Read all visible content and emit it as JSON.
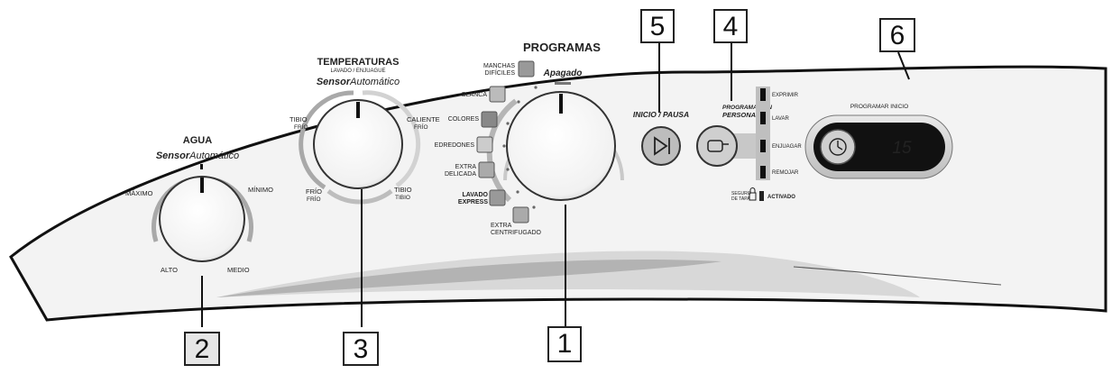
{
  "panel": {
    "colors": {
      "panel_fill": "#f3f3f3",
      "outline": "#111111",
      "swoosh_dark": "#b3b3b3",
      "swoosh_light": "#d8d8d8",
      "ring": "#a9a9a9",
      "knob": "#f8f8f8",
      "display_bg": "#111111",
      "display_text": "#f2f2f2"
    }
  },
  "water": {
    "title": "AGUA",
    "sensor_bold": "Sensor",
    "sensor_italic": "Automático",
    "labels": {
      "max": "MÁXIMO",
      "min": "MÍNIMO",
      "high": "ALTO",
      "medium": "MEDIO"
    }
  },
  "temperature": {
    "title": "TEMPERATURAS",
    "subtitle": "LAVADO / ENJUAGUE",
    "sensor_bold": "Sensor",
    "sensor_italic": "Automático",
    "tibio_left": "TIBIO",
    "frio_sub_left": "FRÍO",
    "caliente": "CALIENTE",
    "frio_sub_right": "FRÍO",
    "frio_bottom": "FRÍO",
    "frio_sub_bottom": "FRÍO",
    "tibio_bottom": "TIBIO",
    "tibio_sub_bottom": "TIBIO"
  },
  "programs": {
    "title": "PROGRAMAS",
    "off": "Apagado",
    "manchas_1": "MANCHAS",
    "manchas_2": "DIFÍCILES",
    "blanca": "BLANCA",
    "colores": "COLORES",
    "edredones": "EDREDONES",
    "extra_delicada_1": "EXTRA",
    "extra_delicada_2": "DELICADA",
    "lavado_express_1": "LAVADO",
    "lavado_express_2": "EXPRESS",
    "extra_centrifugado_1": "EXTRA",
    "extra_centrifugado_2": "CENTRIFUGADO"
  },
  "start_pause": {
    "label": "INICIO / PAUSA"
  },
  "personal_program": {
    "label_1": "PROGRAMACIÓN",
    "label_2": "PERSONAL",
    "options": {
      "exprimir": "EXPRIMIR",
      "lavar": "LAVAR",
      "enjuagar": "ENJUAGAR",
      "remojar": "REMOJAR"
    },
    "lid_1": "SEGURO",
    "lid_2": "DE TAPA",
    "activated": "ACTIVADO"
  },
  "delay_start": {
    "label": "PROGRAMAR INICIO",
    "display": "15"
  },
  "callouts": {
    "c1": "1",
    "c2": "2",
    "c3": "3",
    "c4": "4",
    "c5": "5",
    "c6": "6"
  }
}
